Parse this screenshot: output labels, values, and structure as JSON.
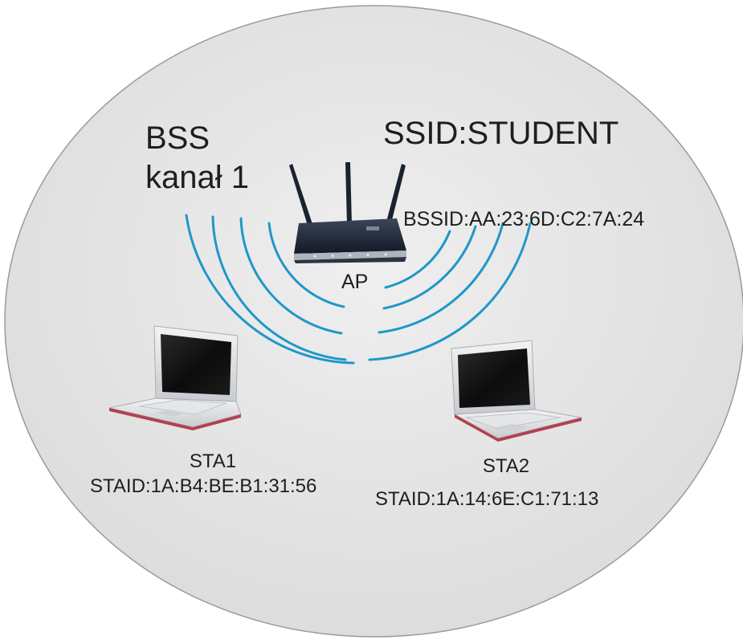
{
  "bss": {
    "title": "BSS",
    "channel": "kanał 1"
  },
  "ssid": "SSID:STUDENT",
  "ap": {
    "label": "AP",
    "bssid": "BSSID:AA:23:6D:C2:7A:24"
  },
  "stations": [
    {
      "name": "STA1",
      "staid": "STAID:1A:B4:BE:B1:31:56"
    },
    {
      "name": "STA2",
      "staid": "STAID:1A:14:6E:C1:71:13"
    }
  ],
  "colors": {
    "background": "#ffffff",
    "ellipse_fill": "#e6e6e6",
    "ellipse_stroke": "#9a9a9a",
    "wave": "#1f97c9",
    "text": "#1e1e1e",
    "router_body": "#1c2533",
    "laptop_silver": "#d9dcdf",
    "laptop_accent": "#b2424e"
  },
  "icons": {
    "access_point": "wireless-router-icon",
    "station": "laptop-icon"
  }
}
